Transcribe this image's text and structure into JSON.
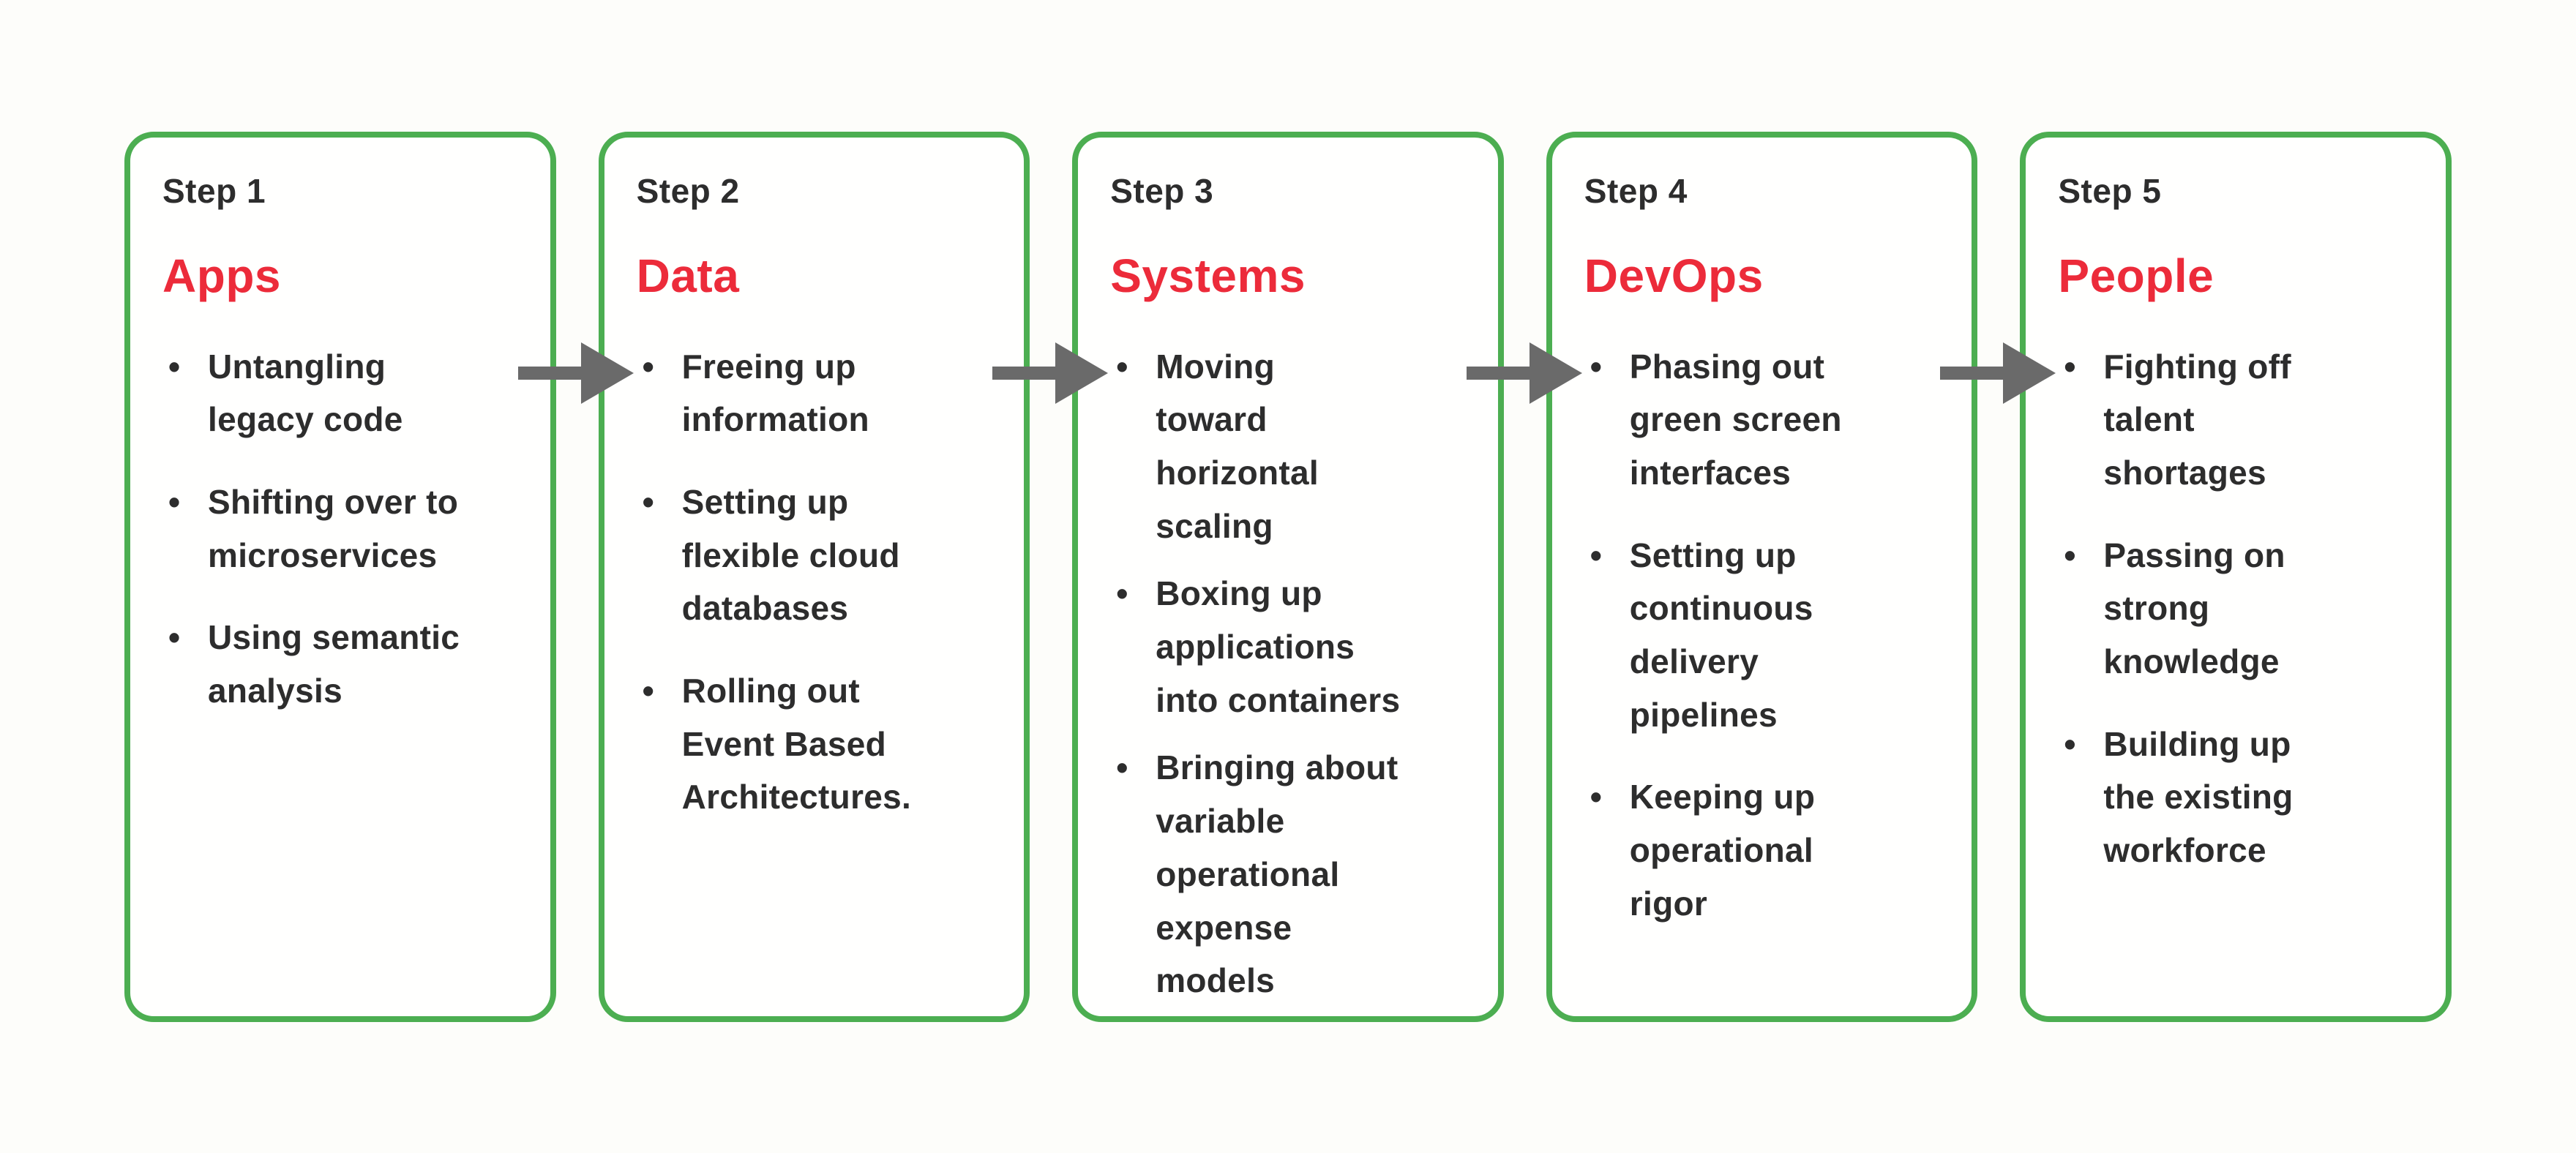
{
  "colors": {
    "green_border": "#4cae51",
    "red_title": "#ec2b3a",
    "dark_text": "#2d2d2d",
    "arrow_gray": "#6a6a6a",
    "background": "#fdfdfa",
    "card_background": "#fffffe"
  },
  "icons": {
    "arrow": "arrow-right-icon",
    "bullet_char": "•"
  },
  "steps": [
    {
      "label": "Step 1",
      "title": "Apps",
      "bullets": [
        "Untangling\nlegacy code",
        "Shifting over to\nmicroservices",
        "Using semantic\nanalysis"
      ]
    },
    {
      "label": "Step 2",
      "title": "Data",
      "bullets": [
        "Freeing up\ninformation",
        "Setting up\nflexible cloud\ndatabases",
        "Rolling out\nEvent Based\nArchitectures."
      ]
    },
    {
      "label": "Step 3",
      "title": "Systems",
      "bullets": [
        "Moving\ntoward\nhorizontal\nscaling",
        "Boxing up\napplications\ninto containers",
        "Bringing about\nvariable\noperational\nexpense\nmodels"
      ]
    },
    {
      "label": "Step 4",
      "title": "DevOps",
      "bullets": [
        "Phasing out\ngreen screen\ninterfaces",
        "Setting up\ncontinuous\ndelivery\npipelines",
        "Keeping up\noperational\nrigor"
      ]
    },
    {
      "label": "Step 5",
      "title": "People",
      "bullets": [
        "Fighting off\ntalent\nshortages",
        "Passing on\nstrong\nknowledge",
        "Building up\nthe existing\nworkforce"
      ]
    }
  ]
}
